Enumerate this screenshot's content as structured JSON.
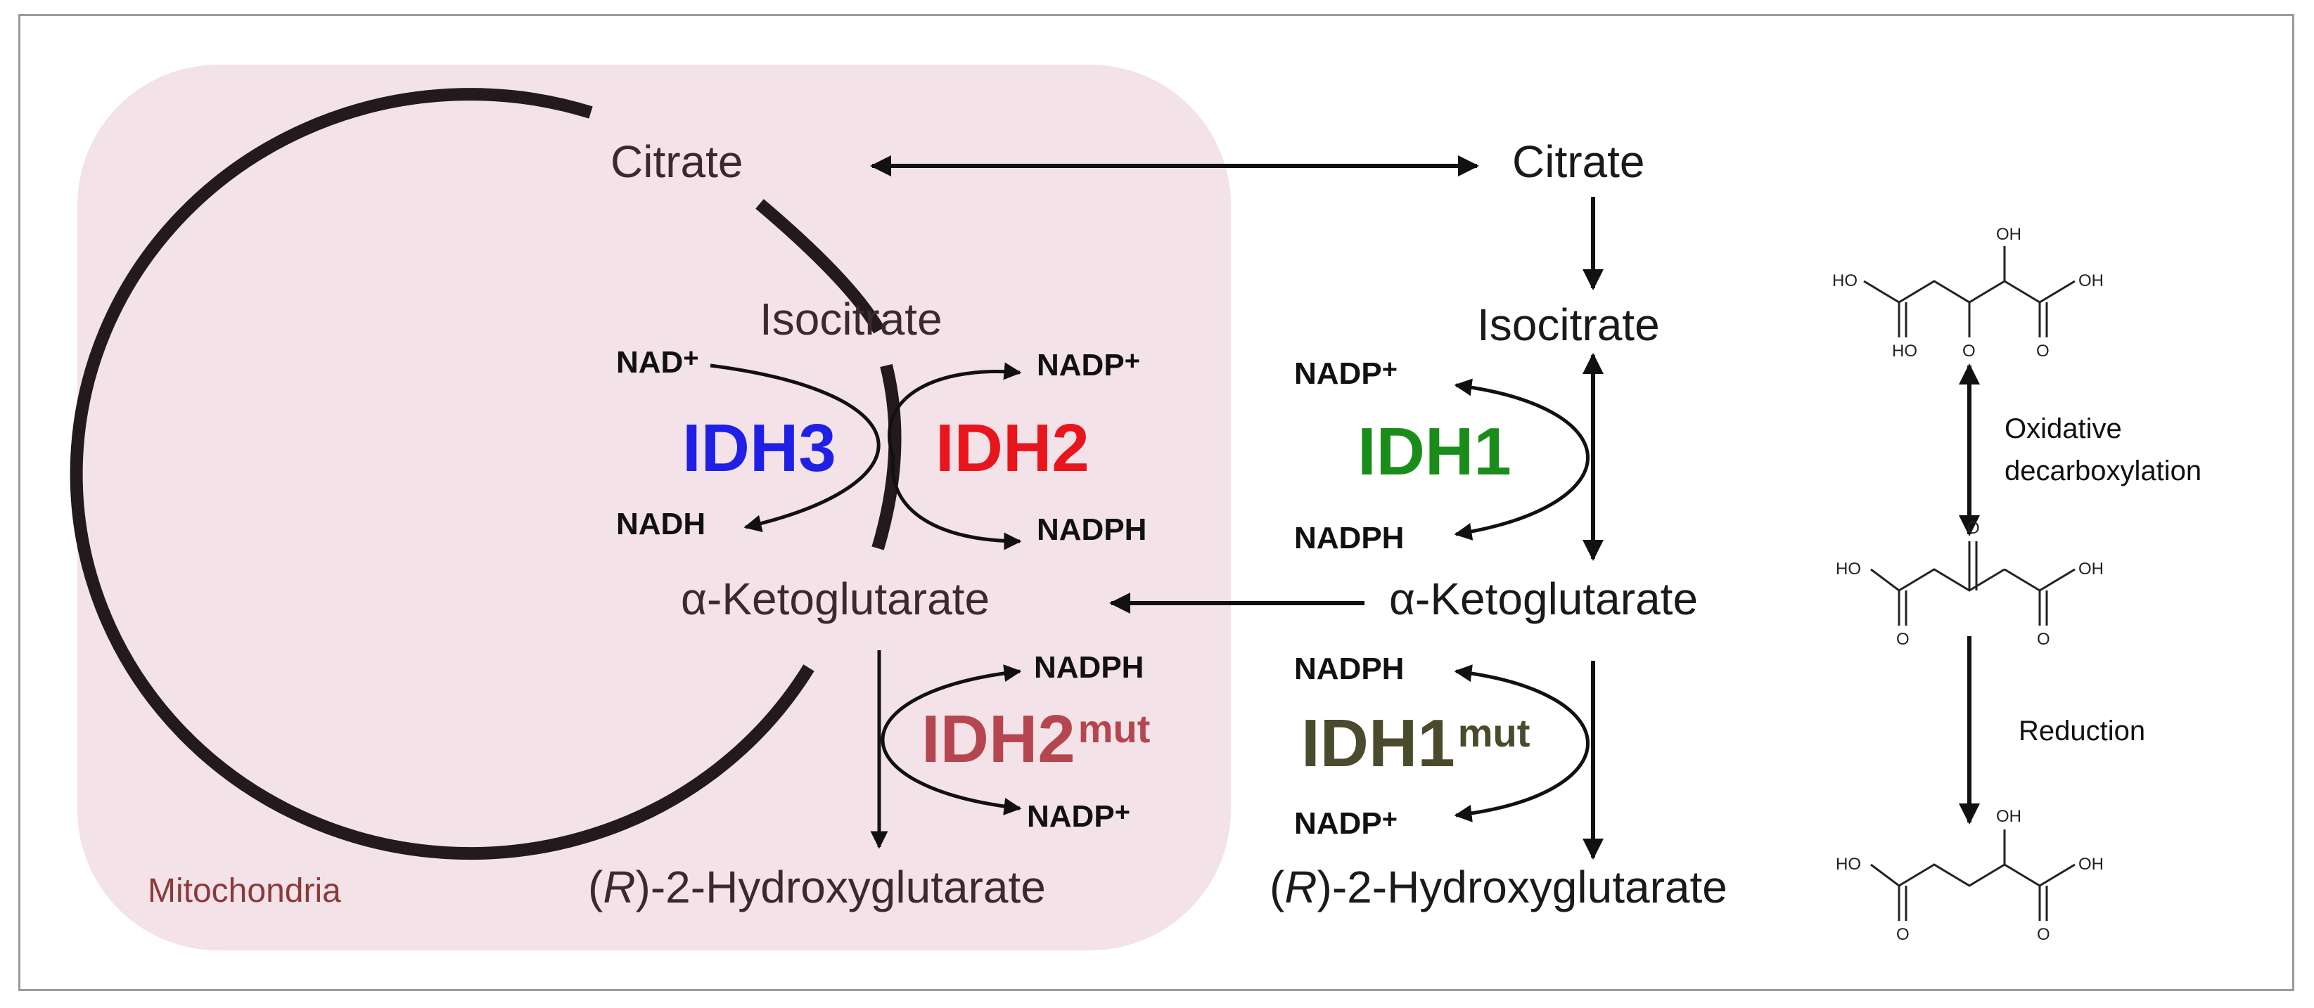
{
  "mitochondria": {
    "label": "Mitochondria",
    "fill": "#f3e2e8",
    "citrate": "Citrate",
    "isocitrate": "Isocitrate",
    "akg": "α-Ketoglutarate",
    "r2hg_prefix": "(",
    "r2hg_r": "R",
    "r2hg_suffix": ")-2-Hydroxyglutarate",
    "idh3": {
      "label": "IDH3",
      "color": "#1f1fe6",
      "cof_in": "NAD",
      "cof_in_sup": "+",
      "cof_out": "NADH"
    },
    "idh2": {
      "label": "IDH2",
      "color": "#e8151c",
      "cof_in": "NADP",
      "cof_in_sup": "+",
      "cof_out": "NADPH"
    },
    "idh2mut": {
      "label": "IDH2",
      "sup": "mut",
      "color": "#b5464f",
      "cof_in": "NADPH",
      "cof_out": "NADP",
      "cof_out_sup": "+"
    }
  },
  "cytosol": {
    "citrate": "Citrate",
    "isocitrate": "Isocitrate",
    "akg": "α-Ketoglutarate",
    "r2hg_prefix": "(",
    "r2hg_r": "R",
    "r2hg_suffix": ")-2-Hydroxyglutarate",
    "idh1": {
      "label": "IDH1",
      "color": "#1a8c1a",
      "cof_in": "NADP",
      "cof_in_sup": "+",
      "cof_out": "NADPH"
    },
    "idh1mut": {
      "label": "IDH1",
      "sup": "mut",
      "color": "#4a4a2c",
      "cof_in": "NADPH",
      "cof_out": "NADP",
      "cof_out_sup": "+"
    }
  },
  "structures": {
    "oxidative_label_1": "Oxidative",
    "oxidative_label_2": "decarboxylation",
    "reduction_label": "Reduction",
    "atom_oh": "OH",
    "atom_ho": "HO",
    "atom_o": "O"
  }
}
